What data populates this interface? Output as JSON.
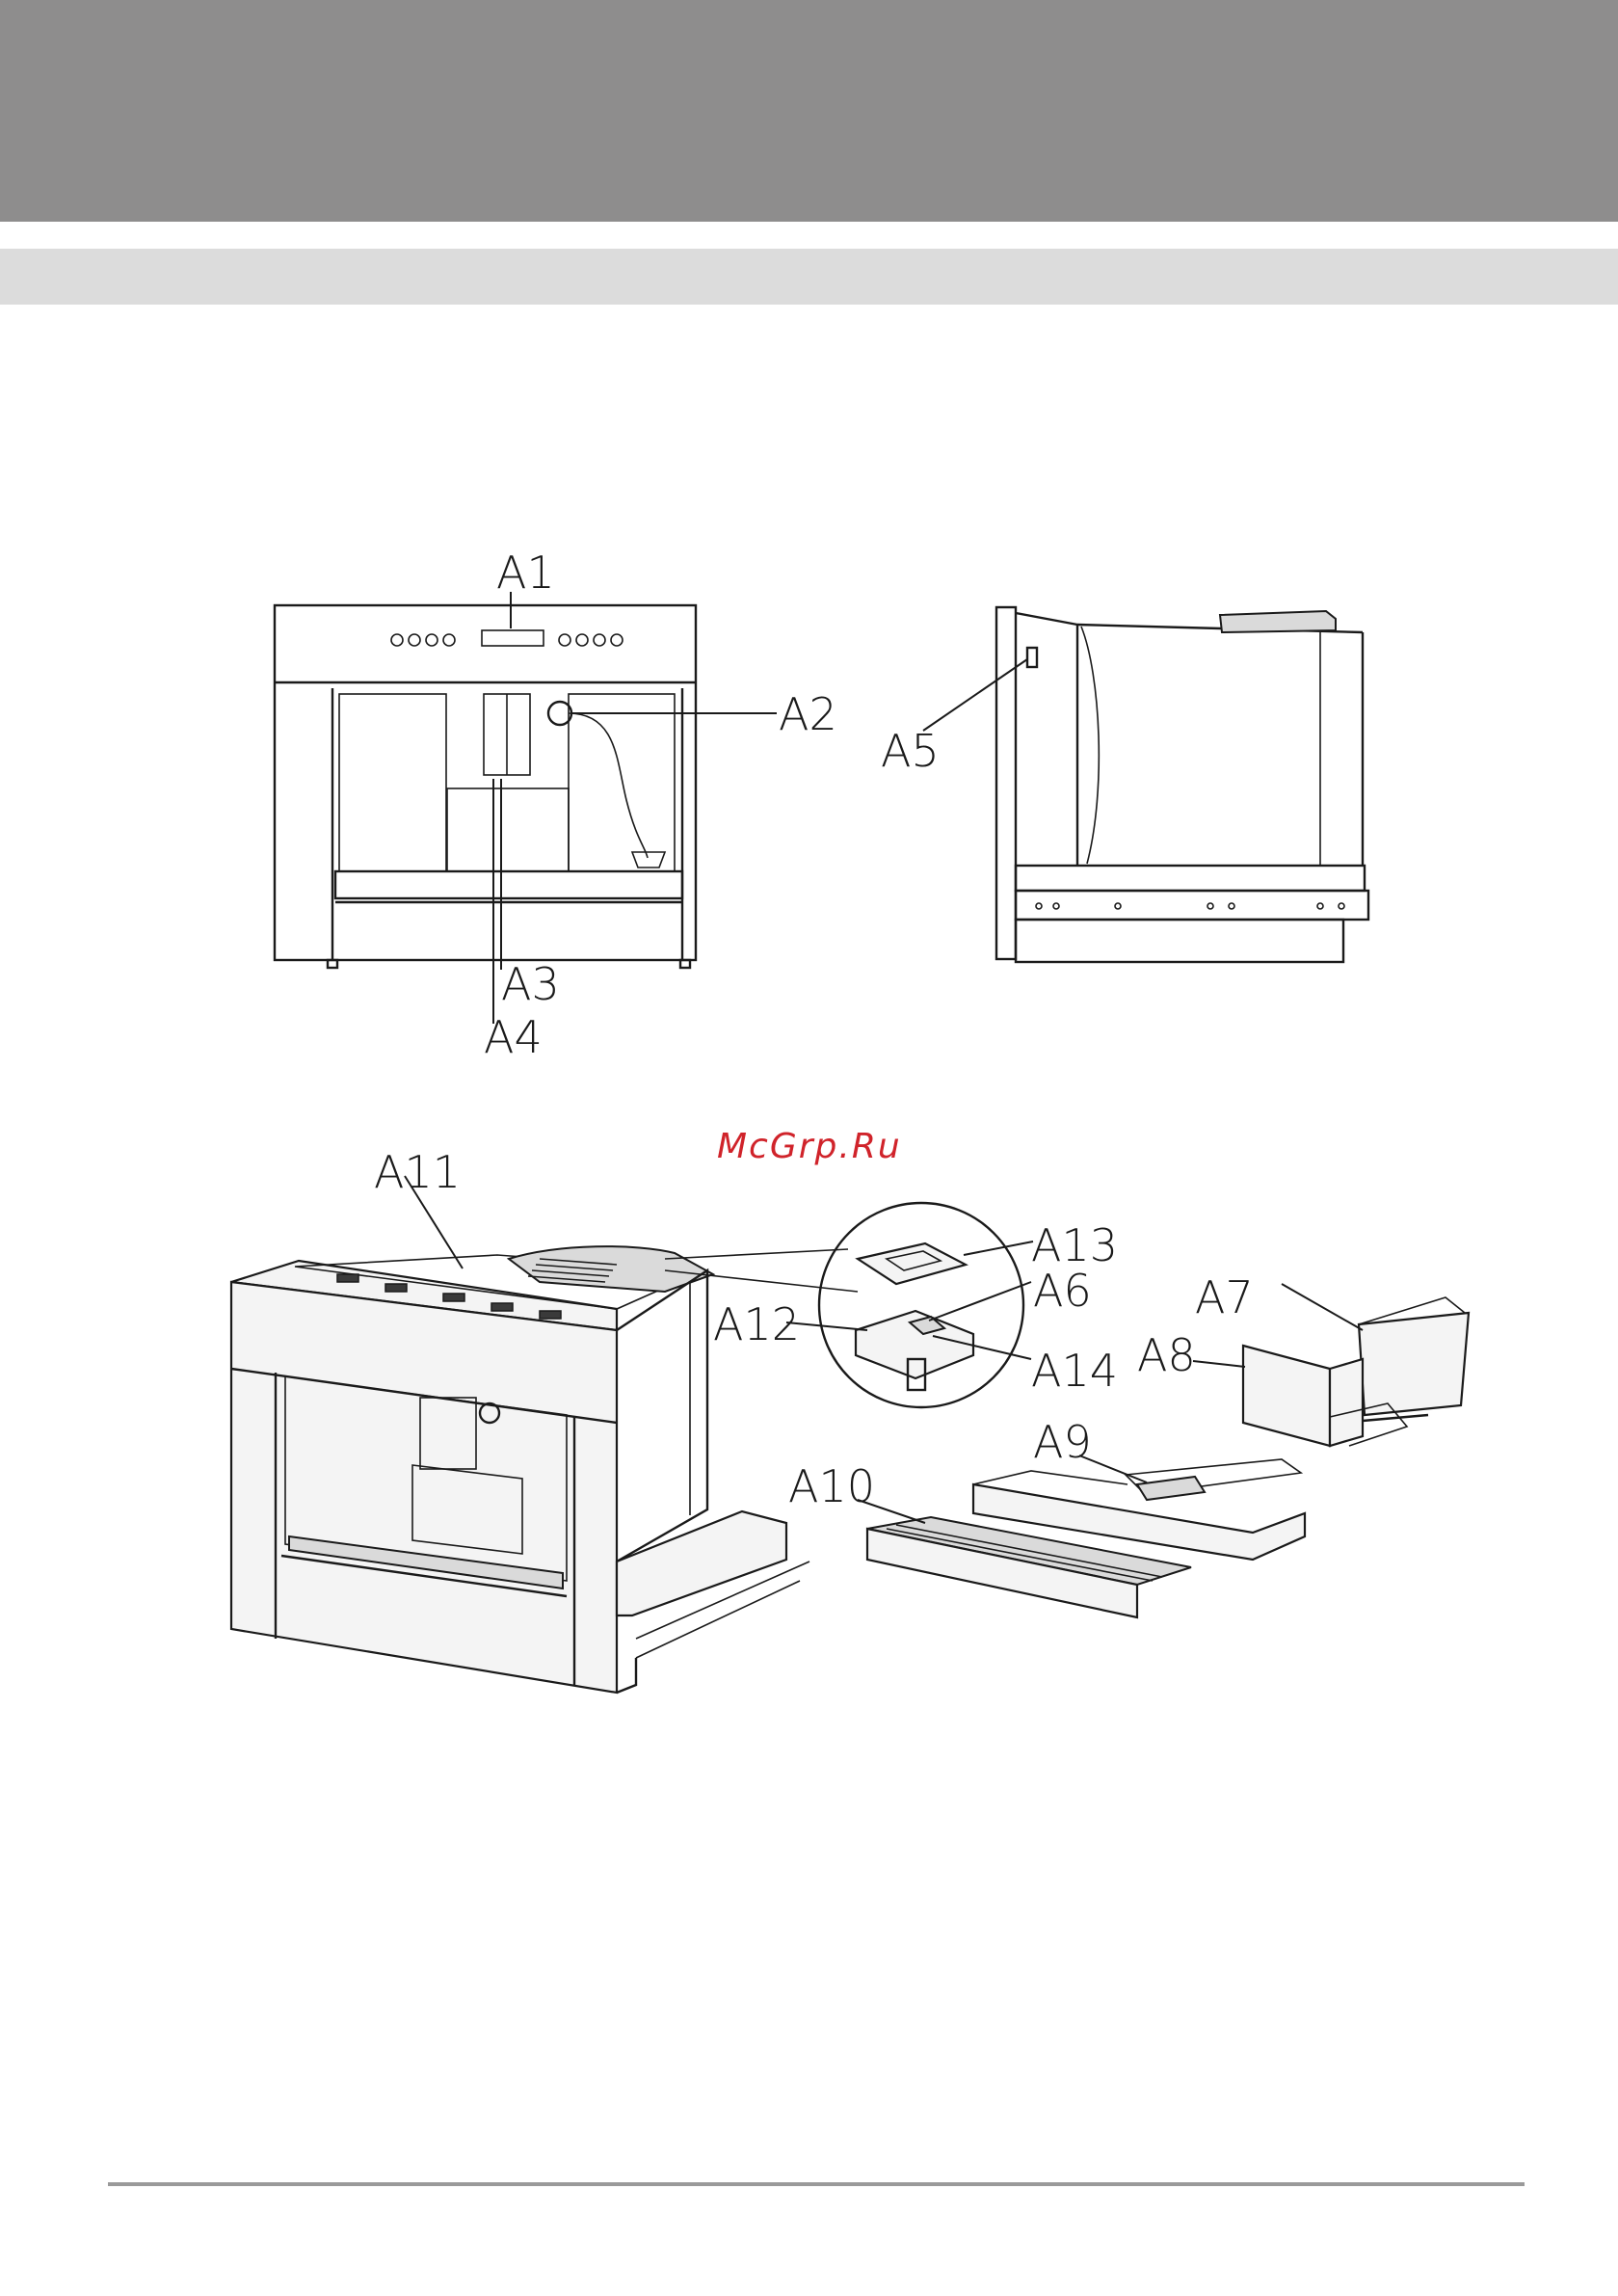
{
  "header": {
    "band_color": "#8e8d8d",
    "subband_color": "#dcdcdc"
  },
  "watermark": {
    "text": "McGrp.Ru",
    "color": "#d0232a"
  },
  "labels": {
    "a1": "A1",
    "a2": "A2",
    "a3": "A3",
    "a4": "A4",
    "a5": "A5",
    "a6": "A6",
    "a7": "A7",
    "a8": "A8",
    "a9": "A9",
    "a10": "A10",
    "a11": "A11",
    "a12": "A12",
    "a13": "A13",
    "a14": "A14"
  }
}
